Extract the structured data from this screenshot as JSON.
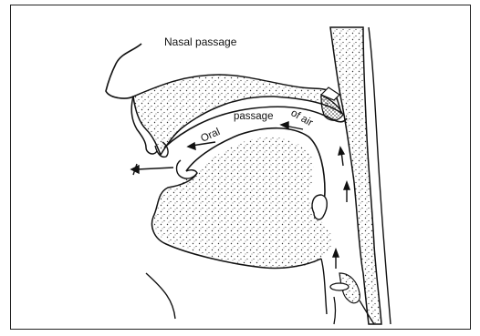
{
  "labels": {
    "nasal": "Nasal passage",
    "oral_word1": "Oral",
    "oral_word2": "passage",
    "oral_word3": "of air"
  }
}
